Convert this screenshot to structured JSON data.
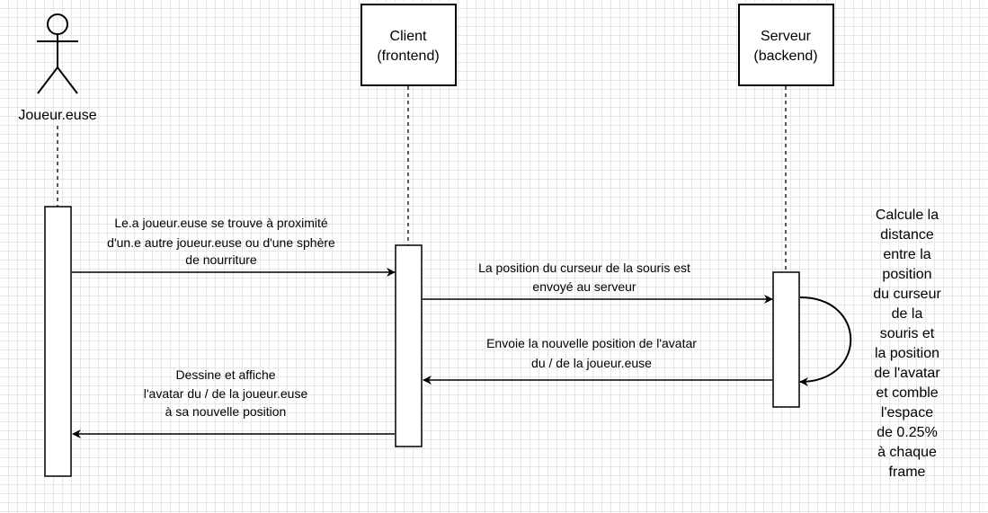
{
  "participants": {
    "actor": {
      "label": "Joueur.euse"
    },
    "client": {
      "line1": "Client",
      "line2": "(frontend)"
    },
    "server": {
      "line1": "Serveur",
      "line2": "(backend)"
    }
  },
  "messages": {
    "m1": {
      "line1": "Le.a joueur.euse se trouve à proximité",
      "line2": "d'un.e autre joueur.euse ou d'une sphère",
      "line3": "de nourriture"
    },
    "m2": {
      "line1": "La position du curseur de la souris est",
      "line2": "envoyé au serveur"
    },
    "m3": {
      "line1": "Envoie la nouvelle position de l'avatar",
      "line2": "du / de la joueur.euse"
    },
    "m4": {
      "line1": "Dessine et affiche",
      "line2": "l'avatar du / de la joueur.euse",
      "line3": "à sa nouvelle position"
    }
  },
  "self_message": {
    "lines": [
      "Calcule la",
      "distance",
      "entre la",
      "position",
      "du curseur",
      "de la",
      "souris et",
      "la position",
      "de l'avatar",
      "et comble",
      "l'espace",
      "de 0.25%",
      "à chaque",
      "frame"
    ]
  }
}
